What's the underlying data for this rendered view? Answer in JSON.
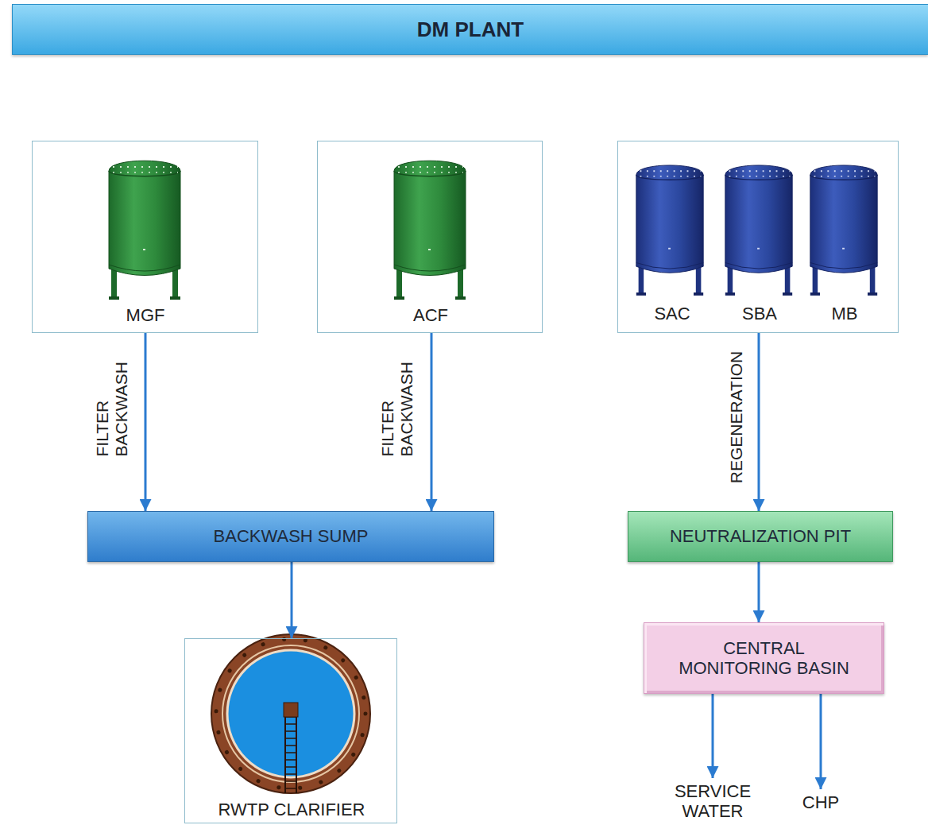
{
  "diagram": {
    "title": "DM PLANT",
    "nodes": [
      {
        "text": [
          "MGF"
        ]
      },
      {
        "text": [
          "ACF"
        ]
      },
      {
        "text": [
          "SAC",
          "SBA",
          "MB"
        ]
      },
      {
        "text": [
          "BACKWASH SUMP"
        ]
      },
      {
        "text": [
          "NEUTRALIZATION PIT"
        ]
      },
      {
        "text": [
          "RWTP CLARIFIER"
        ]
      },
      {
        "text": [
          "CENTRAL MONITORING BASIN"
        ]
      }
    ],
    "edges": [
      {
        "from": 0,
        "to": 3,
        "arrow": "to",
        "label": "FILTER BACKWASH"
      },
      {
        "from": 1,
        "to": 3,
        "arrow": "to",
        "label": "FILTER BACKWASH"
      },
      {
        "from": 2,
        "to": 4,
        "arrow": "to",
        "label": "REGENERATION"
      },
      {
        "from": 3,
        "to": 5,
        "arrow": "to"
      },
      {
        "from": 4,
        "to": 6,
        "arrow": "to"
      }
    ],
    "labels": [
      "SERVICE WATER",
      "CHP"
    ]
  }
}
